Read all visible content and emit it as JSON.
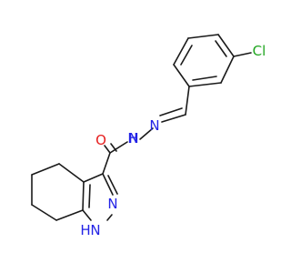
{
  "molecule": {
    "atom_labels": {
      "chlorine": "Cl",
      "imine_nitrogen": "N",
      "amide_nitrogen": "N",
      "amide_hydrogen": "H",
      "carbonyl_oxygen": "O",
      "pyrazole_nitrogen": "N",
      "pyrazole_nh": "H",
      "pyrazole_nh_nitrogen": "N"
    },
    "colors": {
      "bond": "#1a1a1a",
      "chlorine": "#1fa51f",
      "nitrogen": "#2323e6",
      "oxygen": "#e61e1e"
    }
  }
}
